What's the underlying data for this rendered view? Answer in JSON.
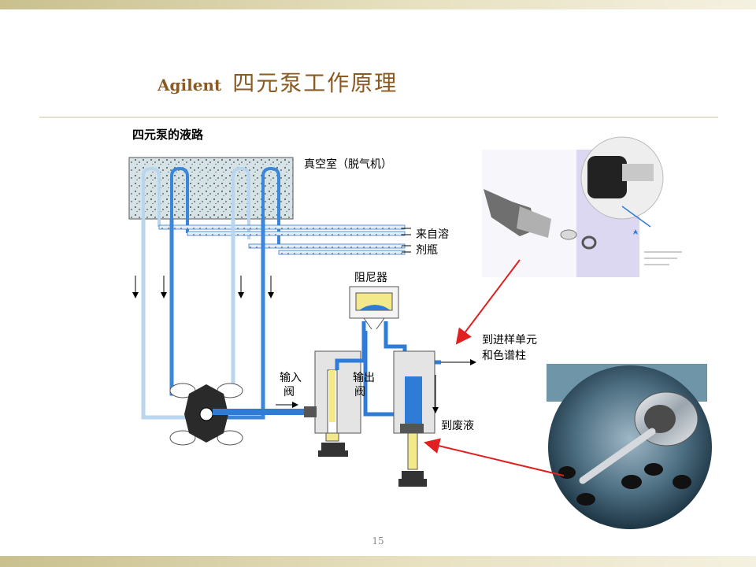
{
  "slide": {
    "brand": "Agilent",
    "title": "四元泵工作原理",
    "page_number": "15"
  },
  "diagram": {
    "subtitle": "四元泵的液路",
    "vacuum_chamber": "真空室（脱气机）",
    "from_bottles_line1": "来自溶",
    "from_bottles_line2": "剂瓶",
    "damper": "阻尼器",
    "inlet_valve_line1": "输入",
    "inlet_valve_line2": "阀",
    "outlet_valve_line1": "输出",
    "outlet_valve_line2": "阀",
    "to_sampler_line1": "到进样单元",
    "to_sampler_line2": "和色谱柱",
    "to_waste": "到废液"
  },
  "colors": {
    "accent_brown": "#8a5a22",
    "flow_blue": "#2e7cd6",
    "arrow_red": "#e02020",
    "callout_bg": "#dcd8f2"
  }
}
